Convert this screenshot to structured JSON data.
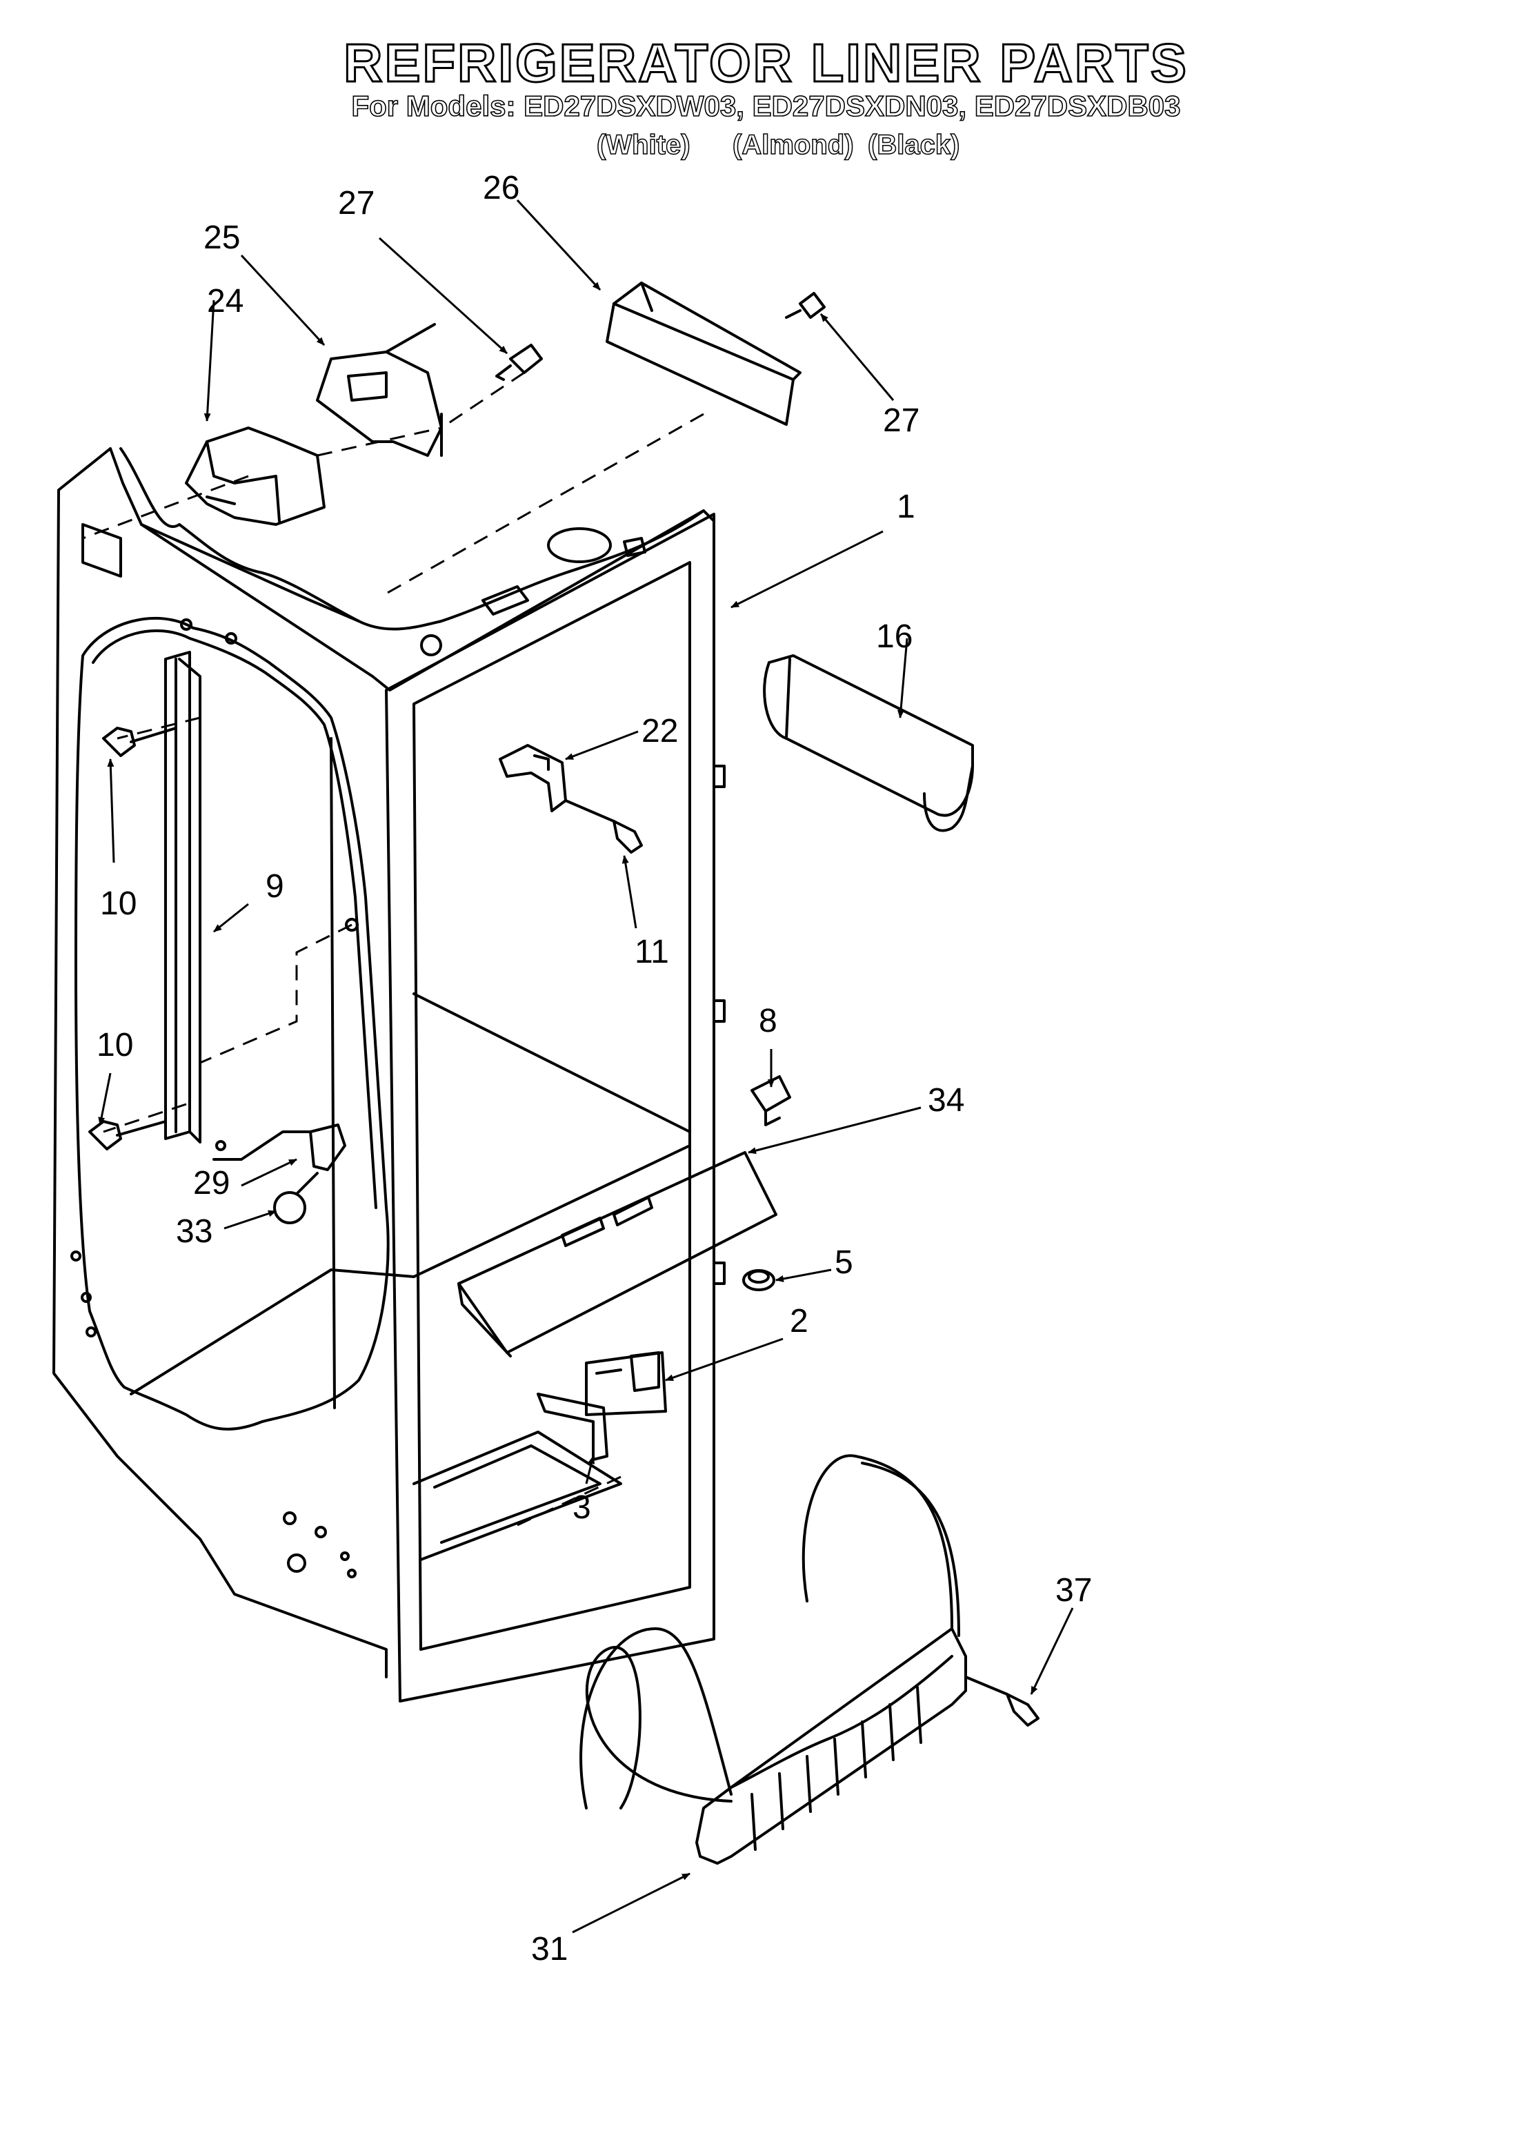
{
  "header": {
    "title": "REFRIGERATOR LINER PARTS",
    "models_line": "For Models: ED27DSXDW03, ED27DSXDN03, ED27DSXDB03",
    "variants": [
      "(White)",
      "(Almond)",
      "(Black)"
    ]
  },
  "callouts": {
    "c1": "1",
    "c2": "2",
    "c3": "3",
    "c5": "5",
    "c8": "8",
    "c9": "9",
    "c10a": "10",
    "c10b": "10",
    "c11": "11",
    "c16": "16",
    "c22": "22",
    "c24": "24",
    "c25": "25",
    "c26": "26",
    "c27a": "27",
    "c27b": "27",
    "c29": "29",
    "c31": "31",
    "c33": "33",
    "c34": "34",
    "c37": "37"
  }
}
